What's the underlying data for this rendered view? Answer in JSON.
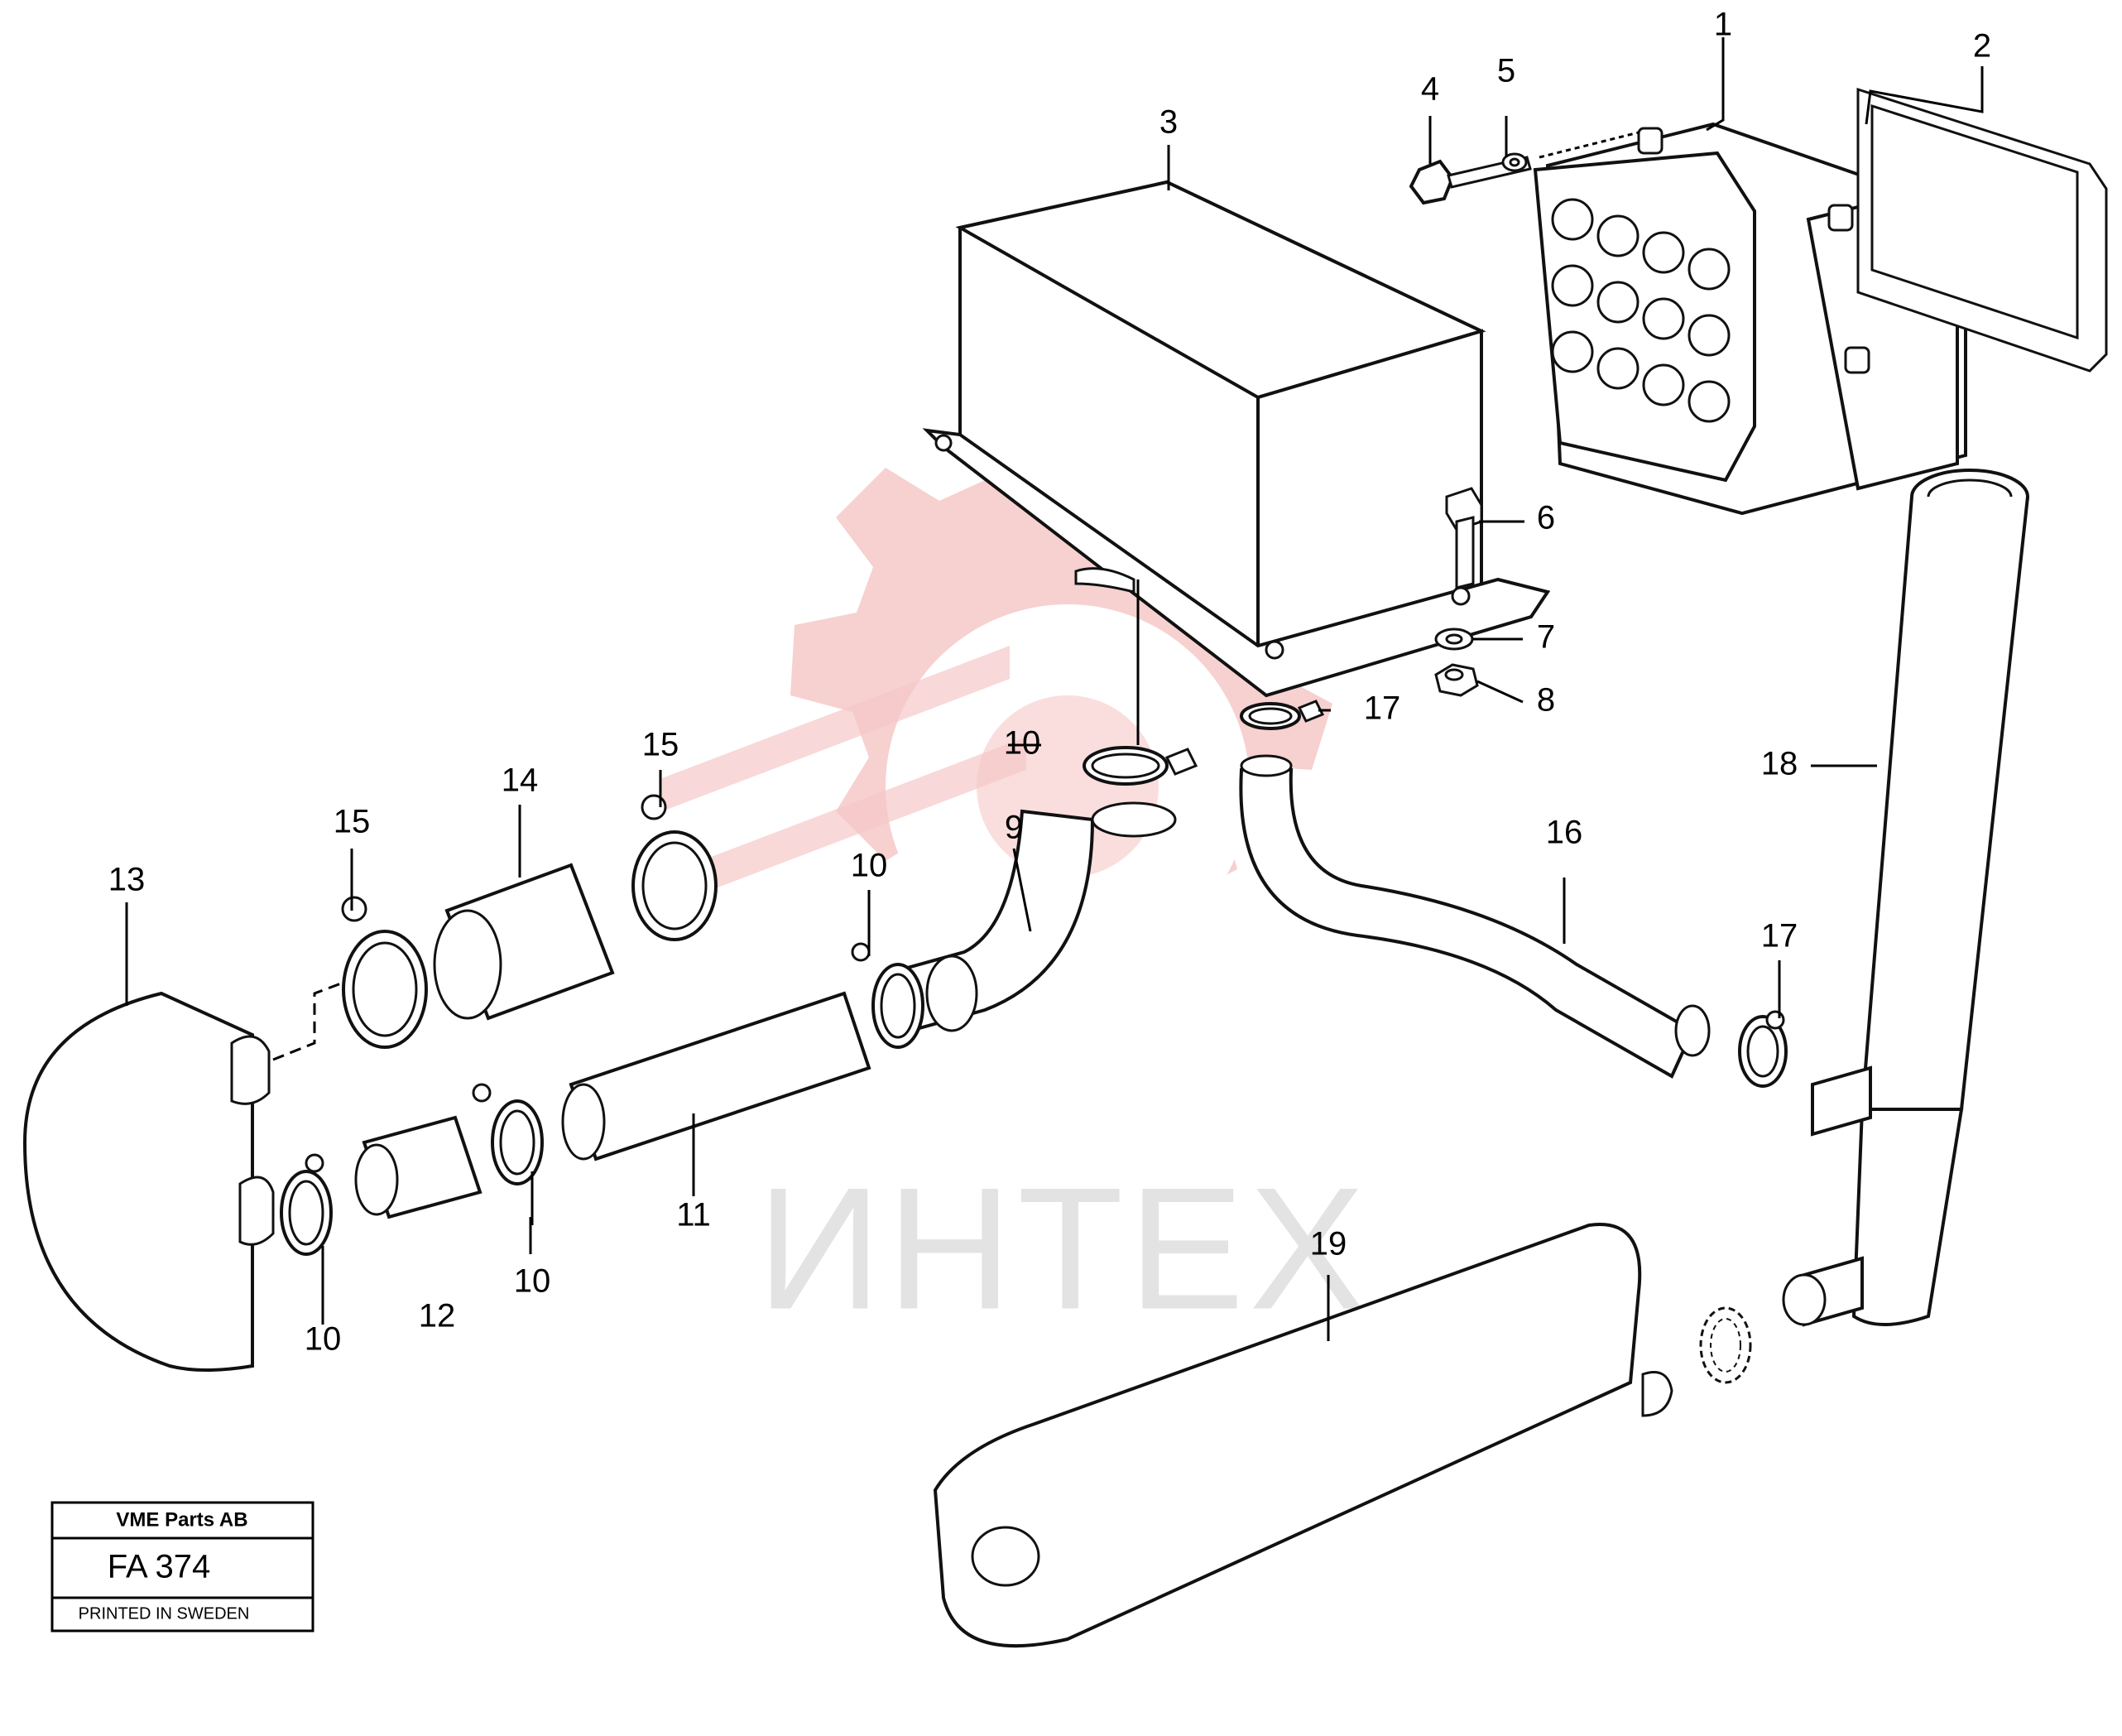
{
  "watermark": {
    "text": "ИНТЕХ",
    "gear_color": "#f6c8c8",
    "text_color": "#e3e3e3"
  },
  "title_block": {
    "company": "VME Parts AB",
    "code": "FA 374",
    "printed": "PRINTED IN SWEDEN"
  },
  "callouts": [
    {
      "id": "c1",
      "label": "1"
    },
    {
      "id": "c2",
      "label": "2"
    },
    {
      "id": "c3",
      "label": "3"
    },
    {
      "id": "c4",
      "label": "4"
    },
    {
      "id": "c5",
      "label": "5"
    },
    {
      "id": "c6",
      "label": "6"
    },
    {
      "id": "c7",
      "label": "7"
    },
    {
      "id": "c8",
      "label": "8"
    },
    {
      "id": "c9",
      "label": "9"
    },
    {
      "id": "c10a",
      "label": "10"
    },
    {
      "id": "c10b",
      "label": "10"
    },
    {
      "id": "c10c",
      "label": "10"
    },
    {
      "id": "c10d",
      "label": "10"
    },
    {
      "id": "c11",
      "label": "11"
    },
    {
      "id": "c12",
      "label": "12"
    },
    {
      "id": "c13",
      "label": "13"
    },
    {
      "id": "c14",
      "label": "14"
    },
    {
      "id": "c15a",
      "label": "15"
    },
    {
      "id": "c15b",
      "label": "15"
    },
    {
      "id": "c16",
      "label": "16"
    },
    {
      "id": "c17a",
      "label": "17"
    },
    {
      "id": "c17b",
      "label": "17"
    },
    {
      "id": "c18",
      "label": "18"
    },
    {
      "id": "c19",
      "label": "19"
    }
  ]
}
